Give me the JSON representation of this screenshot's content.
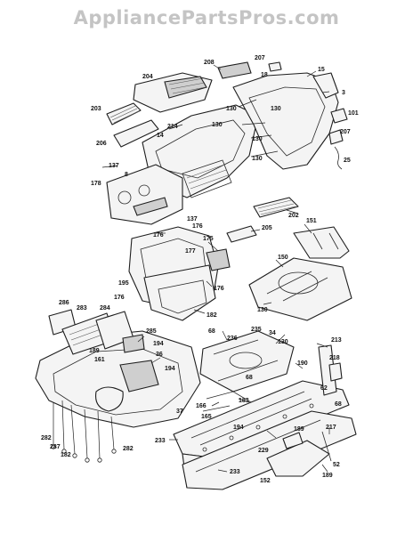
{
  "site": {
    "title": "AppliancePartsPros.com"
  },
  "callouts": [
    {
      "id": "c208",
      "label": "208"
    },
    {
      "id": "c207a",
      "label": "207"
    },
    {
      "id": "c18",
      "label": "18"
    },
    {
      "id": "c15",
      "label": "15"
    },
    {
      "id": "c204",
      "label": "204"
    },
    {
      "id": "c3",
      "label": "3"
    },
    {
      "id": "c130a",
      "label": "130"
    },
    {
      "id": "c130b",
      "label": "130"
    },
    {
      "id": "c101",
      "label": "101"
    },
    {
      "id": "c203",
      "label": "203"
    },
    {
      "id": "c214",
      "label": "214"
    },
    {
      "id": "c130c",
      "label": "130"
    },
    {
      "id": "c207b",
      "label": "207"
    },
    {
      "id": "c14",
      "label": "14"
    },
    {
      "id": "c130d",
      "label": "130"
    },
    {
      "id": "c206",
      "label": "206"
    },
    {
      "id": "c130e",
      "label": "130"
    },
    {
      "id": "c25",
      "label": "25"
    },
    {
      "id": "c137a",
      "label": "137"
    },
    {
      "id": "c8",
      "label": "8"
    },
    {
      "id": "c178",
      "label": "178"
    },
    {
      "id": "c202",
      "label": "202"
    },
    {
      "id": "c137b",
      "label": "137"
    },
    {
      "id": "c151",
      "label": "151"
    },
    {
      "id": "c176a",
      "label": "176"
    },
    {
      "id": "c176b",
      "label": "176"
    },
    {
      "id": "c205",
      "label": "205"
    },
    {
      "id": "c177",
      "label": "177"
    },
    {
      "id": "c175",
      "label": "175"
    },
    {
      "id": "c150",
      "label": "150"
    },
    {
      "id": "c195",
      "label": "195"
    },
    {
      "id": "c176c",
      "label": "176"
    },
    {
      "id": "c176d",
      "label": "176"
    },
    {
      "id": "c182a",
      "label": "182"
    },
    {
      "id": "c130f",
      "label": "130"
    },
    {
      "id": "c286",
      "label": "286"
    },
    {
      "id": "c283",
      "label": "283"
    },
    {
      "id": "c284",
      "label": "284"
    },
    {
      "id": "c285",
      "label": "285"
    },
    {
      "id": "c68a",
      "label": "68"
    },
    {
      "id": "c236",
      "label": "236"
    },
    {
      "id": "c235",
      "label": "235"
    },
    {
      "id": "c34",
      "label": "34"
    },
    {
      "id": "c213",
      "label": "213"
    },
    {
      "id": "c130g",
      "label": "130"
    },
    {
      "id": "c189a",
      "label": "189"
    },
    {
      "id": "c194a",
      "label": "194"
    },
    {
      "id": "c36",
      "label": "36"
    },
    {
      "id": "c161",
      "label": "161"
    },
    {
      "id": "c194b",
      "label": "194"
    },
    {
      "id": "c218",
      "label": "218"
    },
    {
      "id": "c190",
      "label": "190"
    },
    {
      "id": "c68b",
      "label": "68"
    },
    {
      "id": "c62",
      "label": "62"
    },
    {
      "id": "c183",
      "label": "183"
    },
    {
      "id": "c166",
      "label": "166"
    },
    {
      "id": "c165",
      "label": "165"
    },
    {
      "id": "c68c",
      "label": "68"
    },
    {
      "id": "c37",
      "label": "37"
    },
    {
      "id": "c194c",
      "label": "194"
    },
    {
      "id": "c217",
      "label": "217"
    },
    {
      "id": "c189b",
      "label": "189"
    },
    {
      "id": "c233a",
      "label": "233"
    },
    {
      "id": "c282a",
      "label": "282"
    },
    {
      "id": "c287",
      "label": "287"
    },
    {
      "id": "c182b",
      "label": "182"
    },
    {
      "id": "c282b",
      "label": "282"
    },
    {
      "id": "c229",
      "label": "229"
    },
    {
      "id": "c52",
      "label": "52"
    },
    {
      "id": "c189c",
      "label": "189"
    },
    {
      "id": "c233b",
      "label": "233"
    },
    {
      "id": "c152",
      "label": "152"
    }
  ]
}
